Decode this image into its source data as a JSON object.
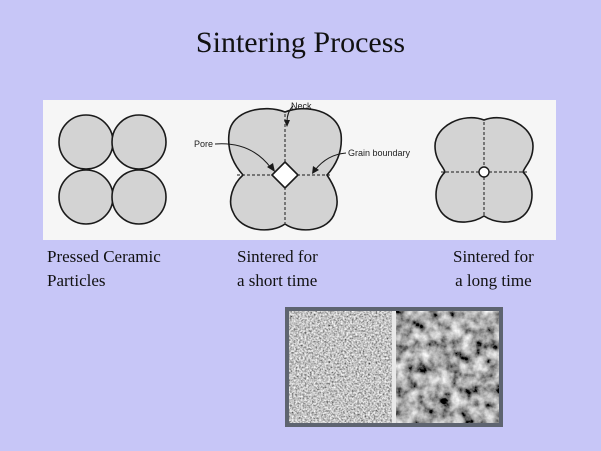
{
  "title": "Sintering Process",
  "diagram": {
    "labels": {
      "neck": "Neck",
      "pore": "Pore",
      "grain_boundary": "Grain boundary"
    }
  },
  "captions": {
    "pressed": {
      "line1": "Pressed Ceramic",
      "line2": "Particles"
    },
    "short": {
      "line1": "Sintered for",
      "line2": "a short time"
    },
    "long": {
      "line1": "Sintered for",
      "line2": "a long time"
    }
  },
  "colors": {
    "background": "#c7c6f7",
    "particle_fill": "#d3d3d3",
    "outline": "#1a1a1a"
  }
}
